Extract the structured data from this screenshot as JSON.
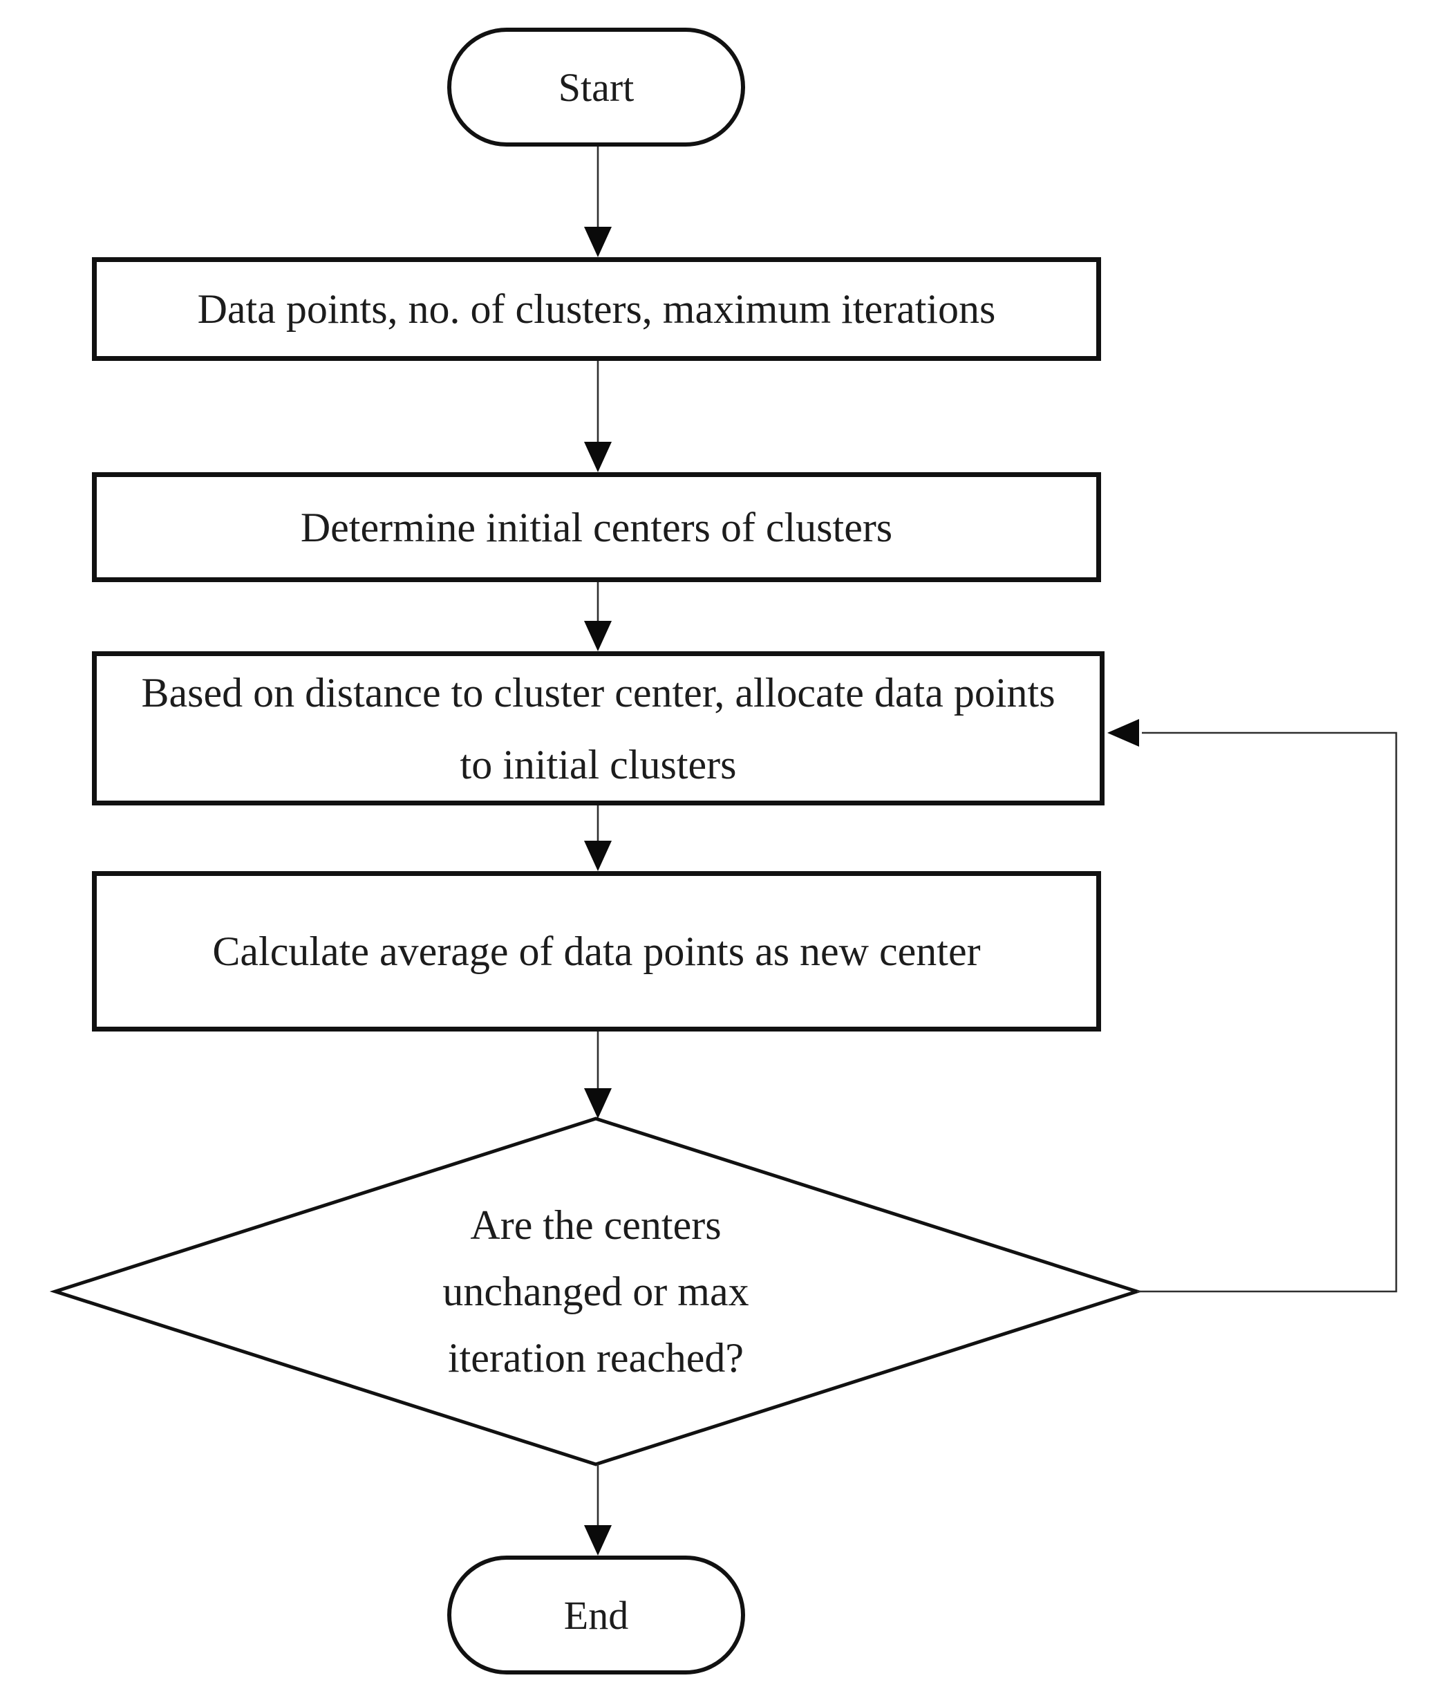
{
  "diagram": {
    "type": "flowchart",
    "nodes": {
      "start": {
        "shape": "terminator",
        "label": "Start"
      },
      "inputs": {
        "shape": "process",
        "label": "Data points, no. of clusters, maximum iterations"
      },
      "init_centers": {
        "shape": "process",
        "label": "Determine initial centers of clusters"
      },
      "allocate": {
        "shape": "process",
        "label": "Based on distance to cluster center, allocate data points to initial clusters"
      },
      "new_center": {
        "shape": "process",
        "label": "Calculate average of data points as new center"
      },
      "decision": {
        "shape": "decision",
        "label": "Are the centers unchanged or max iteration reached?"
      },
      "end": {
        "shape": "terminator",
        "label": "End"
      }
    },
    "edges": [
      {
        "from": "start",
        "to": "inputs"
      },
      {
        "from": "inputs",
        "to": "init_centers"
      },
      {
        "from": "init_centers",
        "to": "allocate"
      },
      {
        "from": "allocate",
        "to": "new_center"
      },
      {
        "from": "new_center",
        "to": "decision"
      },
      {
        "from": "decision",
        "to": "end"
      },
      {
        "from": "decision",
        "to": "allocate",
        "kind": "loop-back"
      }
    ],
    "colors": {
      "background": "#ffffff",
      "shape_fill": "#ffffff",
      "stroke": "#111111",
      "text": "#1c1c1c"
    }
  }
}
